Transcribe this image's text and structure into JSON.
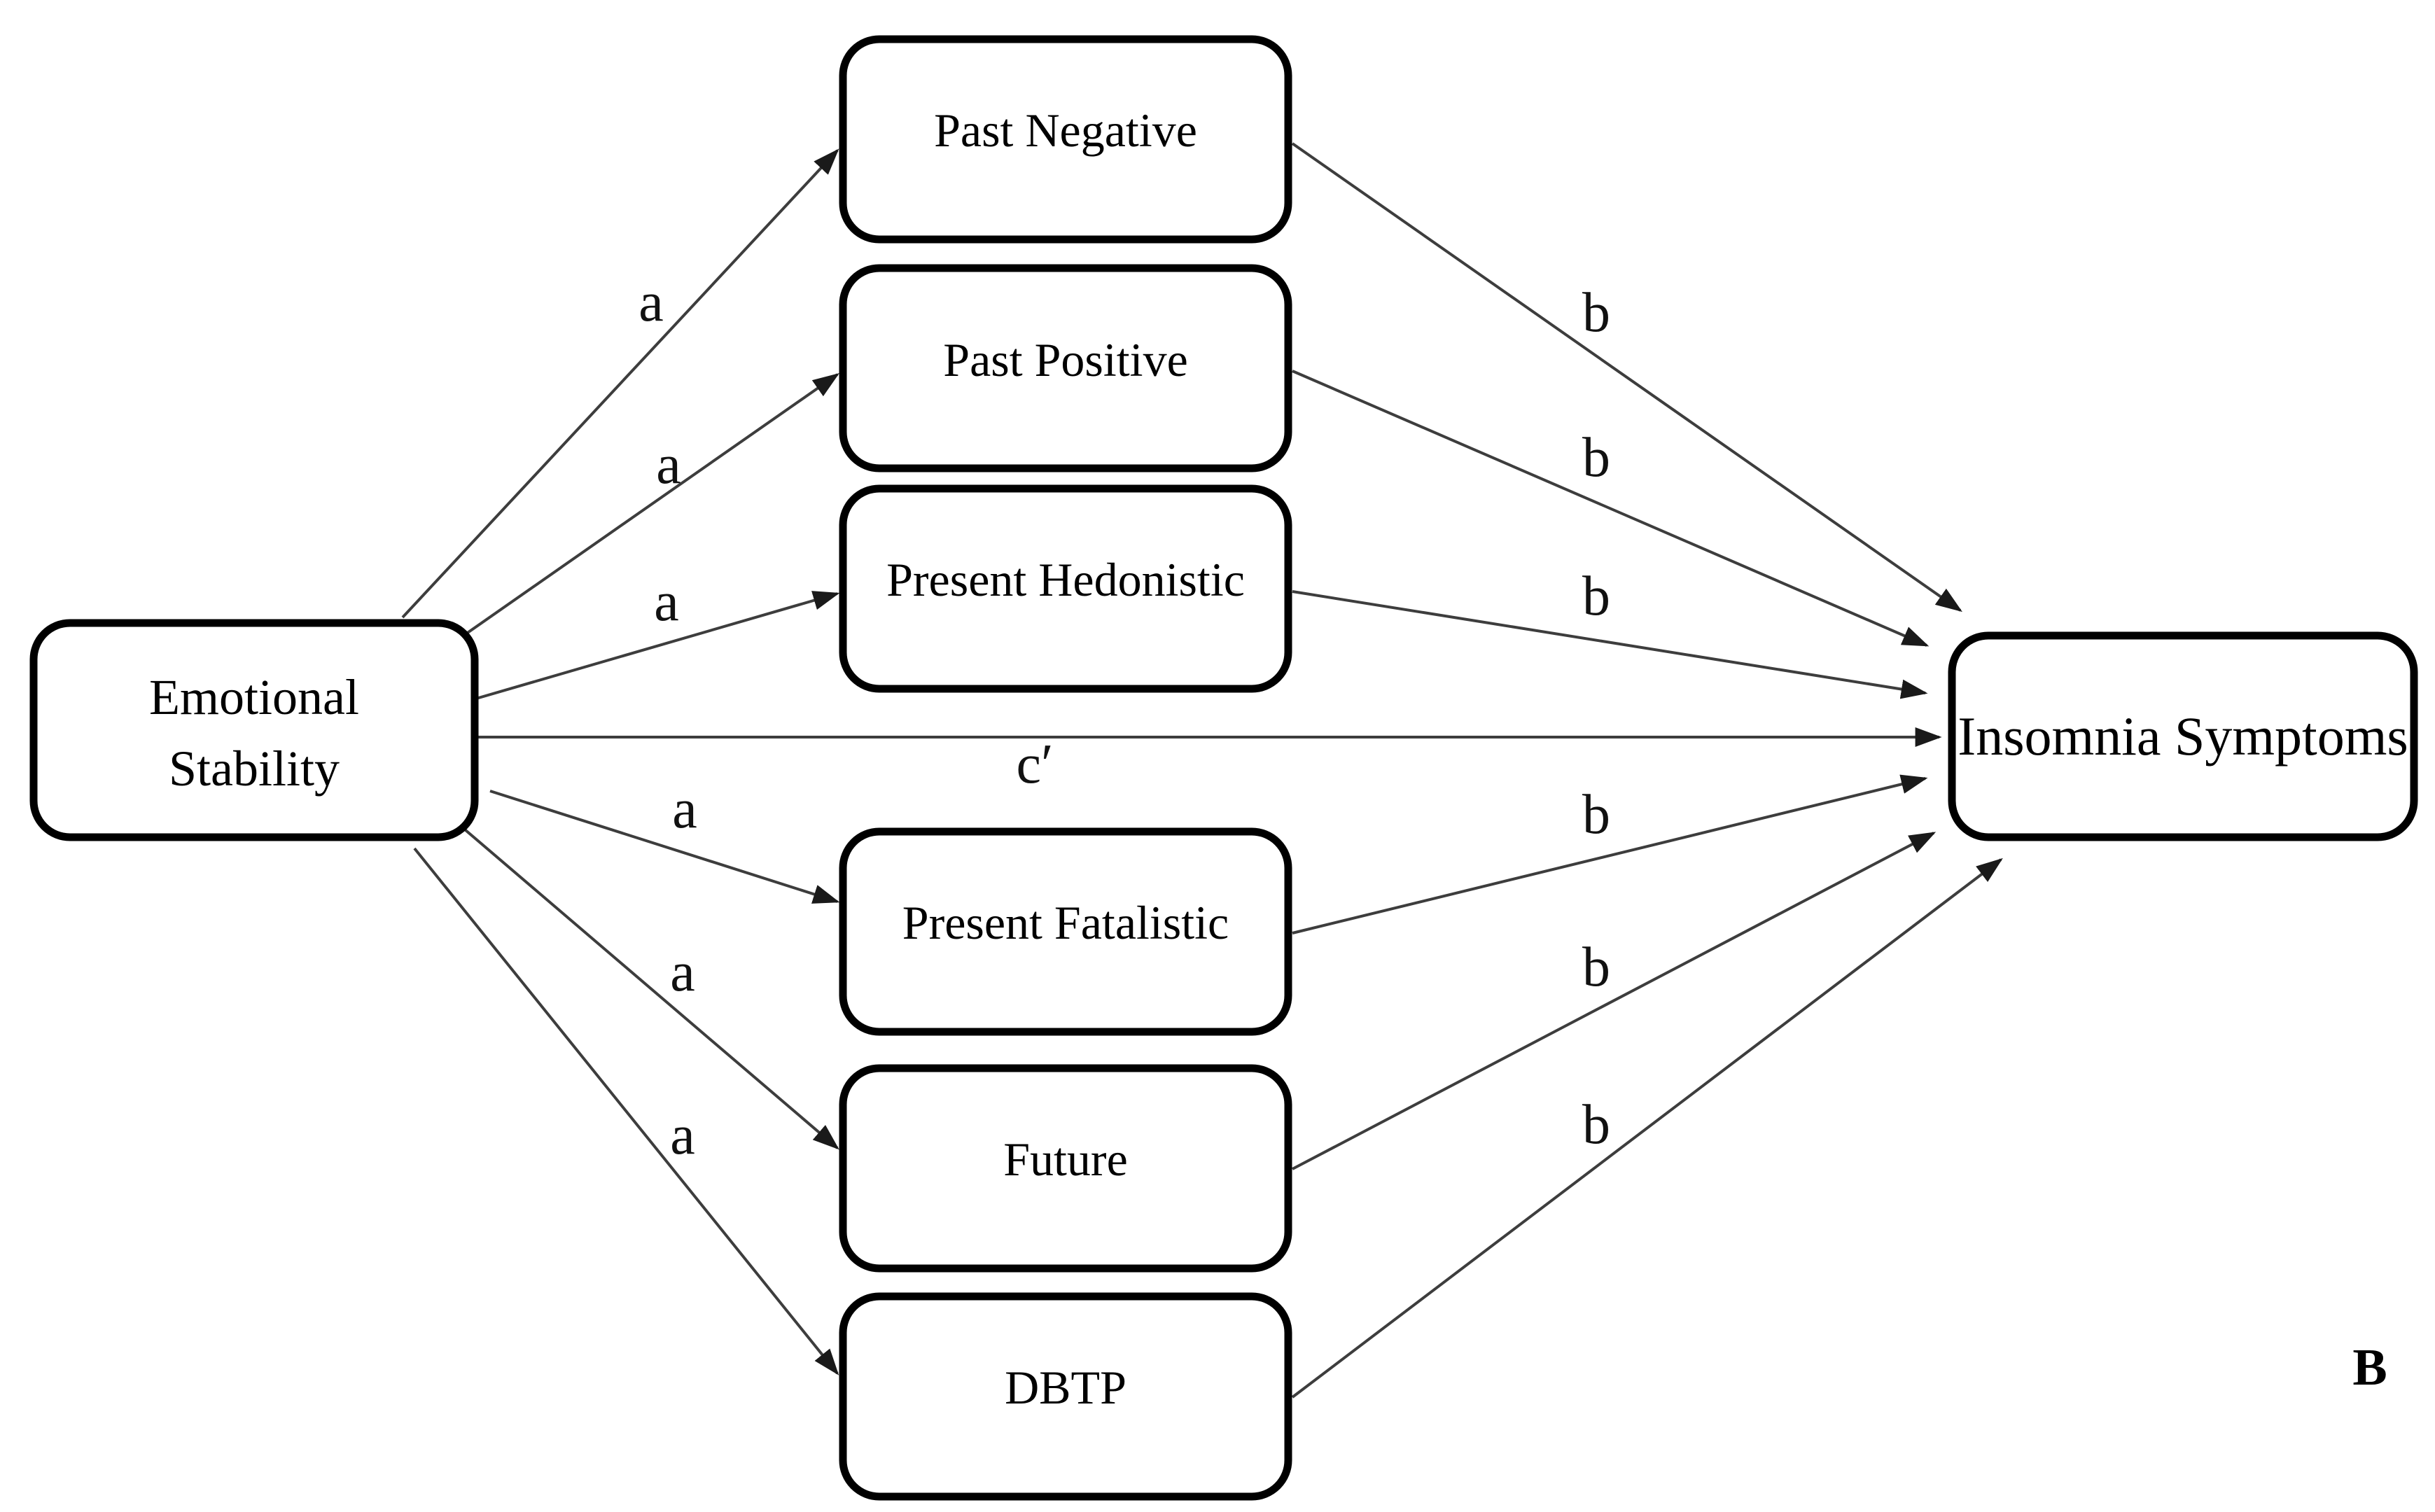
{
  "panel_label": "B",
  "nodes": {
    "predictor": {
      "label": "Emotional Stability",
      "lines": [
        "Emotional",
        "Stability"
      ]
    },
    "mediators": [
      {
        "label": "Past Negative"
      },
      {
        "label": "Past Positive"
      },
      {
        "label": "Present Hedonistic"
      },
      {
        "label": "Present Fatalistic"
      },
      {
        "label": "Future"
      },
      {
        "label": "DBTP"
      }
    ],
    "outcome": {
      "label": "Insomnia Symptoms"
    }
  },
  "edges": {
    "a_paths": [
      {
        "from": "Emotional Stability",
        "to": "Past Negative",
        "label": "a"
      },
      {
        "from": "Emotional Stability",
        "to": "Past Positive",
        "label": "a"
      },
      {
        "from": "Emotional Stability",
        "to": "Present Hedonistic",
        "label": "a"
      },
      {
        "from": "Emotional Stability",
        "to": "Present Fatalistic",
        "label": "a"
      },
      {
        "from": "Emotional Stability",
        "to": "Future",
        "label": "a"
      },
      {
        "from": "Emotional Stability",
        "to": "DBTP",
        "label": "a"
      }
    ],
    "b_paths": [
      {
        "from": "Past Negative",
        "to": "Insomnia Symptoms",
        "label": "b"
      },
      {
        "from": "Past Positive",
        "to": "Insomnia Symptoms",
        "label": "b"
      },
      {
        "from": "Present Hedonistic",
        "to": "Insomnia Symptoms",
        "label": "b"
      },
      {
        "from": "Present Fatalistic",
        "to": "Insomnia Symptoms",
        "label": "b"
      },
      {
        "from": "Future",
        "to": "Insomnia Symptoms",
        "label": "b"
      },
      {
        "from": "DBTP",
        "to": "Insomnia Symptoms",
        "label": "b"
      }
    ],
    "direct_path": {
      "from": "Emotional Stability",
      "to": "Insomnia Symptoms",
      "label": "c′"
    }
  },
  "colors": {
    "background": "#ffffff",
    "box_border": "#000000",
    "line": "#3d3d3d",
    "text": "#000000"
  }
}
